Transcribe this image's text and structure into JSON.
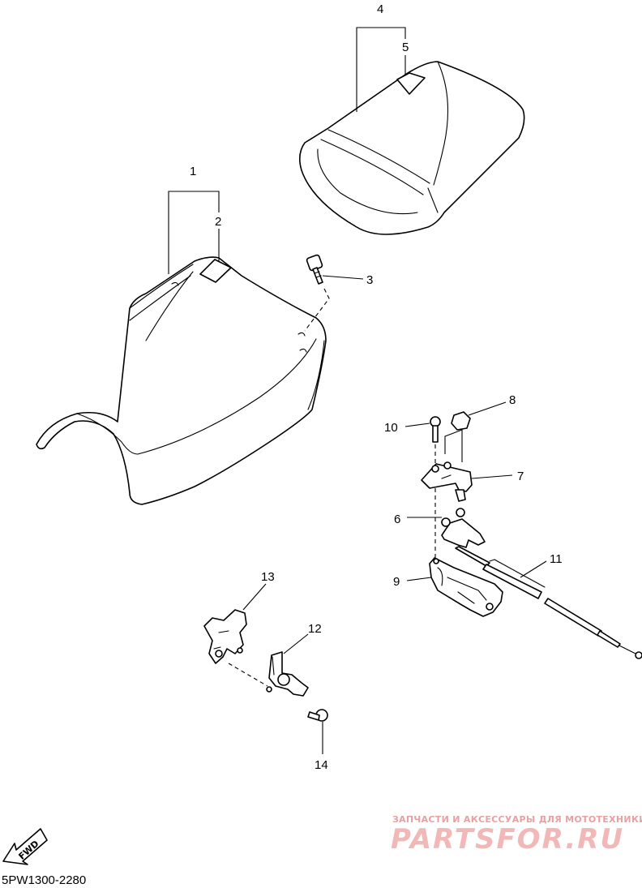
{
  "diagram": {
    "callouts": [
      "1",
      "2",
      "3",
      "4",
      "5",
      "6",
      "7",
      "8",
      "9",
      "10",
      "11",
      "12",
      "13",
      "14"
    ],
    "fwd_label": "FWD",
    "drawing_code": "5PW1300-2280"
  },
  "watermark": {
    "caption": "ЗАПЧАСТИ И АКСЕССУАРЫ ДЛЯ МОТОТЕХНИКИ",
    "brand": "PARTSFOR.RU",
    "color": "#f2b8b8"
  }
}
